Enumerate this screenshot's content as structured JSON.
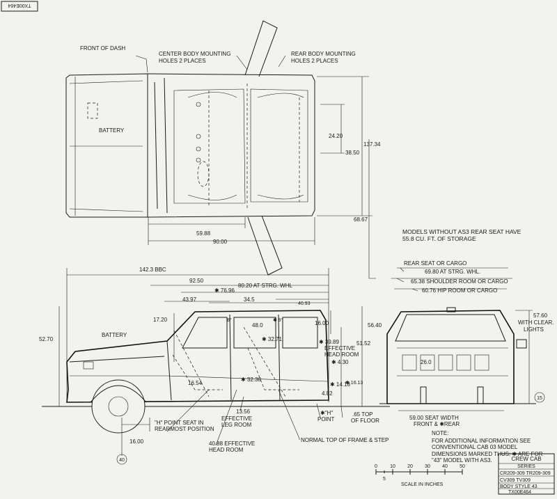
{
  "drawing_id": "TX00E464",
  "top_view": {
    "front_of_dash": "FRONT OF DASH",
    "center_body_mounting": [
      "CENTER BODY MOUNTING",
      "HOLES 2 PLACES"
    ],
    "rear_body_mounting": [
      "REAR BODY MOUNTING",
      "HOLES 2 PLACES"
    ],
    "battery": "BATTERY",
    "dims": {
      "d2420": "24.20",
      "d3850": "38.50",
      "d13734": "137.34",
      "d6867": "68.67",
      "d5988": "59.88",
      "d9000": "90.00"
    }
  },
  "storage_note": [
    "MODELS WITHOUT   AS3 REAR SEAT HAVE",
    "55.8 CU. FT. OF STORAGE"
  ],
  "side_view": {
    "d1423": "142.3  BBC",
    "d9250": "92.50",
    "d8020": "80.20 AT STRG. WHL",
    "d7696": "✱ 76.96",
    "d4397": "43.97",
    "d345": "34.5",
    "d4093": "40.93",
    "d1720": "17.20",
    "deg8a": "8°",
    "d480": "48.0",
    "deg8b": "✱ 8°",
    "d1600v": "16.00",
    "d3271": "✱ 32.71",
    "d5640": "56.40",
    "d5270": "52.70",
    "battery": "BATTERY",
    "d3989": [
      "✱  39.89",
      "EFFECTIVE",
      "HEAD ROOM"
    ],
    "d5152": "51.52",
    "d430": "✱ 4.30",
    "d1654": "16.54",
    "d3238": "✱ 32.38",
    "d1418": "✱ 14.18",
    "d1613": "✱ 16.13",
    "d482": "4.82",
    "d1356": "13.56",
    "d1600h": "16.00",
    "h_point_seat": [
      "\"H\" POINT SEAT IN",
      "REARMOST POSITION"
    ],
    "eff_leg_room": [
      "EFFECTIVE",
      "LEG ROOM"
    ],
    "eff_head_room": [
      "40.88 EFFECTIVE",
      "HEAD ROOM"
    ],
    "h_point": [
      "✱\"H\"",
      "POINT"
    ],
    "top_of_floor": [
      ".65 TOP",
      "OF FLOOR"
    ],
    "frame_step": "NORMAL TOP OF FRAME & STEP",
    "callout_40": "40"
  },
  "rear_view": {
    "rear_seat_cargo": "REAR SEAT OR CARGO",
    "d6980": "69.80 AT STRG. WHL.",
    "d6538": "65.38 SHOULDER ROOM OR CARGO",
    "d6076": "60.76 HIP ROOM OR CARGO",
    "d5760": [
      "57.60",
      "WITH CLEAR.",
      "LIGHTS"
    ],
    "d260": "26.0",
    "d5900": [
      "59.00 SEAT WIDTH",
      "FRONT & ✱REAR"
    ],
    "callout_15": "15"
  },
  "note": {
    "title": "NOTE:",
    "lines": [
      "FOR ADDITIONAL INFORMATION SEE",
      "CONVENTIONAL CAB 03 MODEL",
      "DIMENSIONS MARKED THUS: ✱ ARE FOR",
      "\"43\" MODEL WITH AS3."
    ]
  },
  "scale": {
    "ticks": [
      "0",
      "10",
      "20",
      "30",
      "40",
      "50"
    ],
    "sub_tick": "5",
    "label": "SCALE IN INCHES"
  },
  "title_block": {
    "cab": "CREW CAB",
    "series": "SERIES",
    "row1": "CR209-309 TR209-309",
    "row2": "CV309       TV309",
    "body_style": "BODY STYLE 43",
    "code": "TX00E464"
  }
}
